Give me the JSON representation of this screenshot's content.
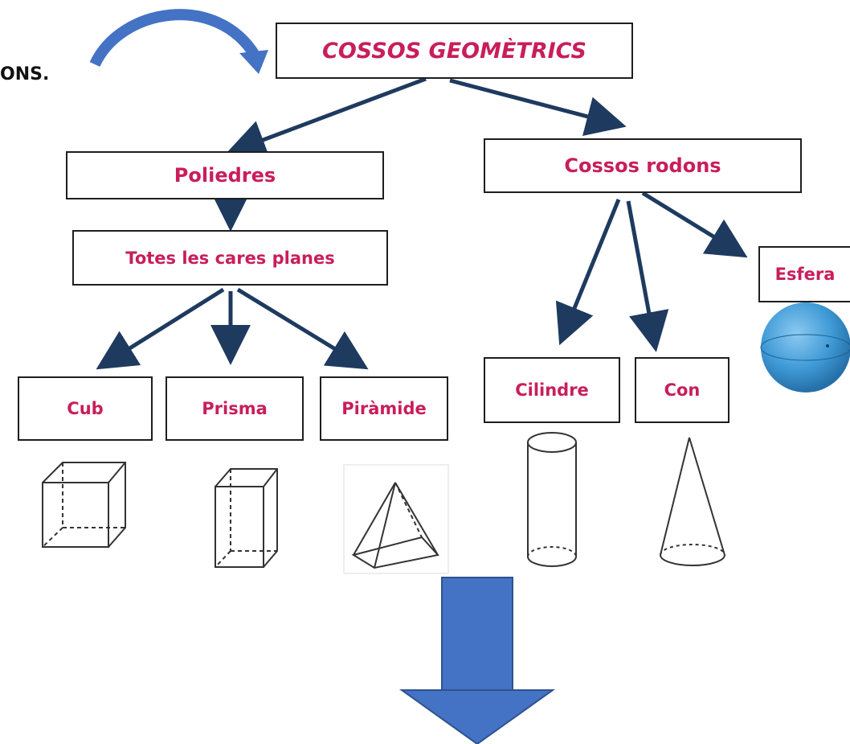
{
  "fragment_text": "ONS.",
  "diagram": {
    "root": "COSSOS GEOMÈTRICS",
    "branches": {
      "poliedres": {
        "label": "Poliedres",
        "property": "Totes les cares planes",
        "children": [
          "Cub",
          "Prisma",
          "Piràmide"
        ]
      },
      "cossos_rodons": {
        "label": "Cossos rodons",
        "children": [
          "Cilindre",
          "Con",
          "Esfera"
        ]
      }
    }
  },
  "colors": {
    "label_text": "#c81e5a",
    "box_border": "#1e1e1e",
    "accent_arrow": "#4472c4",
    "sphere": "#3f9ad6"
  }
}
